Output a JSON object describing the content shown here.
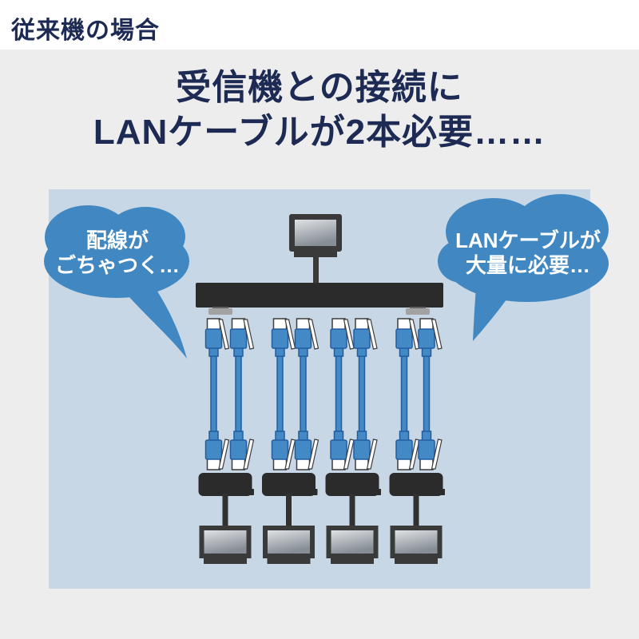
{
  "header": {
    "label": "従来機の場合"
  },
  "heading": {
    "line1": "受信機との接続に",
    "line2": "LANケーブルが2本必要……"
  },
  "diagram": {
    "bubble_left": {
      "line1": "配線が",
      "line2": "ごちゃつく…"
    },
    "bubble_right": {
      "line1": "LANケーブルが",
      "line2": "大量に必要…"
    },
    "lan_cable_count": 8,
    "receiver_count": 4,
    "display_count": 5
  },
  "colors": {
    "heading_navy": "#1c2a54",
    "bubble_blue": "#4187c1",
    "cable_blue": "#4289c6",
    "cable_outline_blue": "#235d9f",
    "panel_blue": "#c8d7e6",
    "device_black": "#2b2b2b",
    "page_gray": "#ededed"
  }
}
